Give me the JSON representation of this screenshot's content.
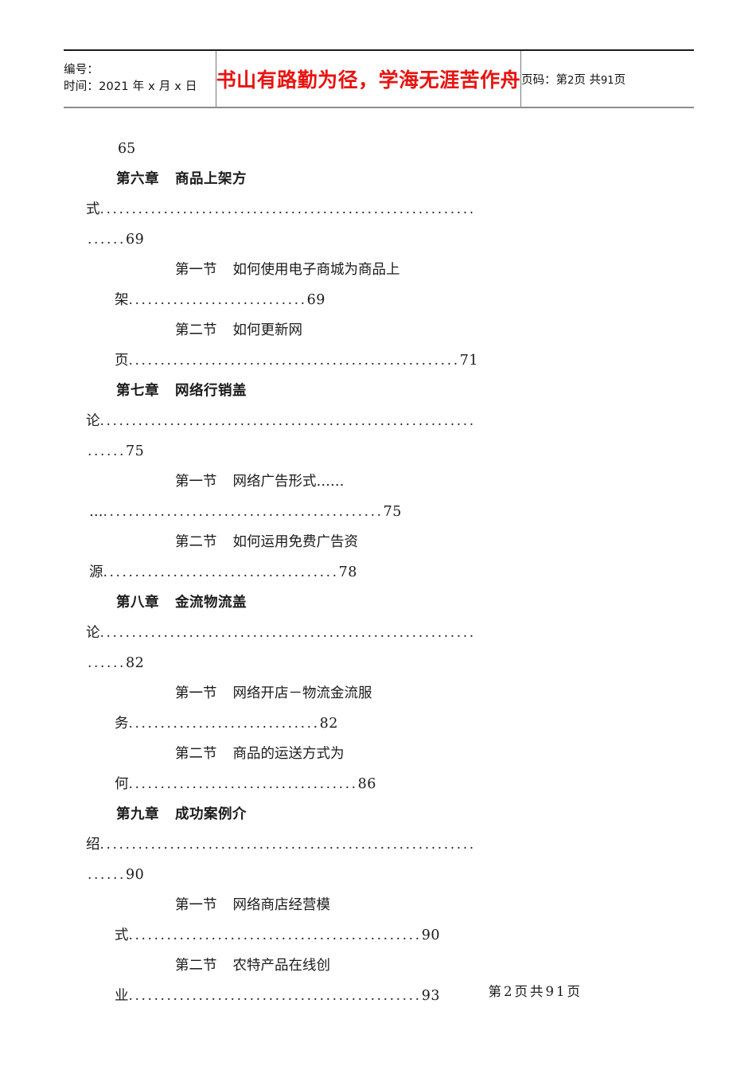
{
  "header": {
    "left": {
      "line1": "编号：",
      "line2_label": "时间：",
      "line2_value": "2021 年 x 月 x 日"
    },
    "motto": "书山有路勤为径，学海无涯苦作舟",
    "motto_color": "#e8130f",
    "right": {
      "label": "页码：",
      "current_prefix": "第",
      "current_page": "2",
      "page_unit": "页",
      "total_prefix": "共",
      "total_pages": "91",
      "total_unit": "页"
    }
  },
  "toc": {
    "orphan_page_number": "65",
    "lines": [
      {
        "kind": "orphan",
        "text": "65"
      },
      {
        "kind": "chapter",
        "label": "第六章",
        "title": "商品上架方"
      },
      {
        "kind": "cont-ch",
        "lead": "式",
        "dots": 59,
        "page": ""
      },
      {
        "kind": "tail",
        "dots": 6,
        "page": "69"
      },
      {
        "kind": "section",
        "label": "第一节",
        "title": "如何使用电子商城为商品上"
      },
      {
        "kind": "cont-sec",
        "lead": "架",
        "dots": 28,
        "page": "69"
      },
      {
        "kind": "section",
        "label": "第二节",
        "title": "如何更新网"
      },
      {
        "kind": "cont-sec",
        "lead": "页",
        "dots": 52,
        "page": "71"
      },
      {
        "kind": "chapter",
        "label": "第七章",
        "title": "网络行销盖"
      },
      {
        "kind": "cont-ch",
        "lead": "论",
        "dots": 59,
        "page": ""
      },
      {
        "kind": "tail",
        "dots": 6,
        "page": "75"
      },
      {
        "kind": "section",
        "label": "第一节",
        "title": "网络广告形式……"
      },
      {
        "kind": "cont-sec2",
        "lead": "…",
        "dots": 44,
        "page": "75"
      },
      {
        "kind": "section",
        "label": "第二节",
        "title": "如何运用免费广告资"
      },
      {
        "kind": "cont-sec2",
        "lead": "源",
        "dots": 37,
        "page": "78"
      },
      {
        "kind": "chapter",
        "label": "第八章",
        "title": "金流物流盖"
      },
      {
        "kind": "cont-ch",
        "lead": "论",
        "dots": 59,
        "page": ""
      },
      {
        "kind": "tail",
        "dots": 6,
        "page": "82"
      },
      {
        "kind": "section",
        "label": "第一节",
        "title": "网络开店－物流金流服"
      },
      {
        "kind": "cont-sec",
        "lead": "务",
        "dots": 30,
        "page": "82"
      },
      {
        "kind": "section",
        "label": "第二节",
        "title": "商品的运送方式为"
      },
      {
        "kind": "cont-sec",
        "lead": "何",
        "dots": 36,
        "page": "86"
      },
      {
        "kind": "chapter",
        "label": "第九章",
        "title": "成功案例介"
      },
      {
        "kind": "cont-ch",
        "lead": "绍",
        "dots": 59,
        "page": ""
      },
      {
        "kind": "tail",
        "dots": 6,
        "page": "90"
      },
      {
        "kind": "section",
        "label": "第一节",
        "title": "网络商店经营模"
      },
      {
        "kind": "cont-sec",
        "lead": "式",
        "dots": 46,
        "page": "90"
      },
      {
        "kind": "section",
        "label": "第二节",
        "title": "农特产品在线创"
      },
      {
        "kind": "cont-sec",
        "lead": "业",
        "dots": 46,
        "page": "93"
      }
    ]
  },
  "footer": {
    "current_prefix": "第",
    "current_page": "2",
    "page_unit": "页",
    "total_prefix": "共",
    "total_pages": "91",
    "total_unit": "页"
  }
}
